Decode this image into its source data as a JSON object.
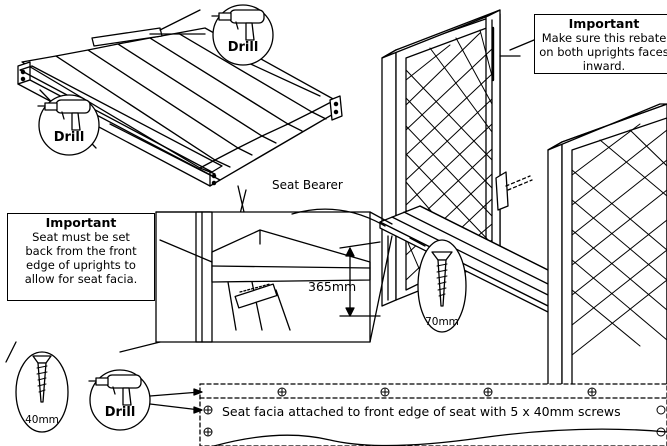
{
  "drill_label": "Drill",
  "labels": {
    "seat_bearer": "Seat Bearer",
    "height": "365mm",
    "screw_large": "70mm",
    "screw_small": "40mm",
    "facia_note": "Seat facia attached to front edge of seat with 5 x 40mm screws"
  },
  "note_rebate": {
    "heading": "Important",
    "lines": [
      "Make sure this rebate",
      "on both uprights faces",
      "inward."
    ]
  },
  "note_seat": {
    "heading": "Important",
    "lines": [
      "Seat must be set",
      "back from the front",
      "edge of uprights to",
      "allow for seat facia."
    ]
  }
}
